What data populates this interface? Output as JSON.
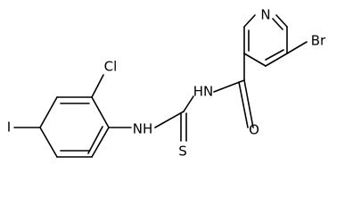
{
  "molecule": {
    "atoms": {
      "pyridine_n": "N",
      "bromine": "Br",
      "amide_nh": "HN",
      "carbonyl_o": "O",
      "thiourea_nh": "NH",
      "thione_s": "S",
      "chlorine": "Cl",
      "iodine": "I"
    }
  }
}
